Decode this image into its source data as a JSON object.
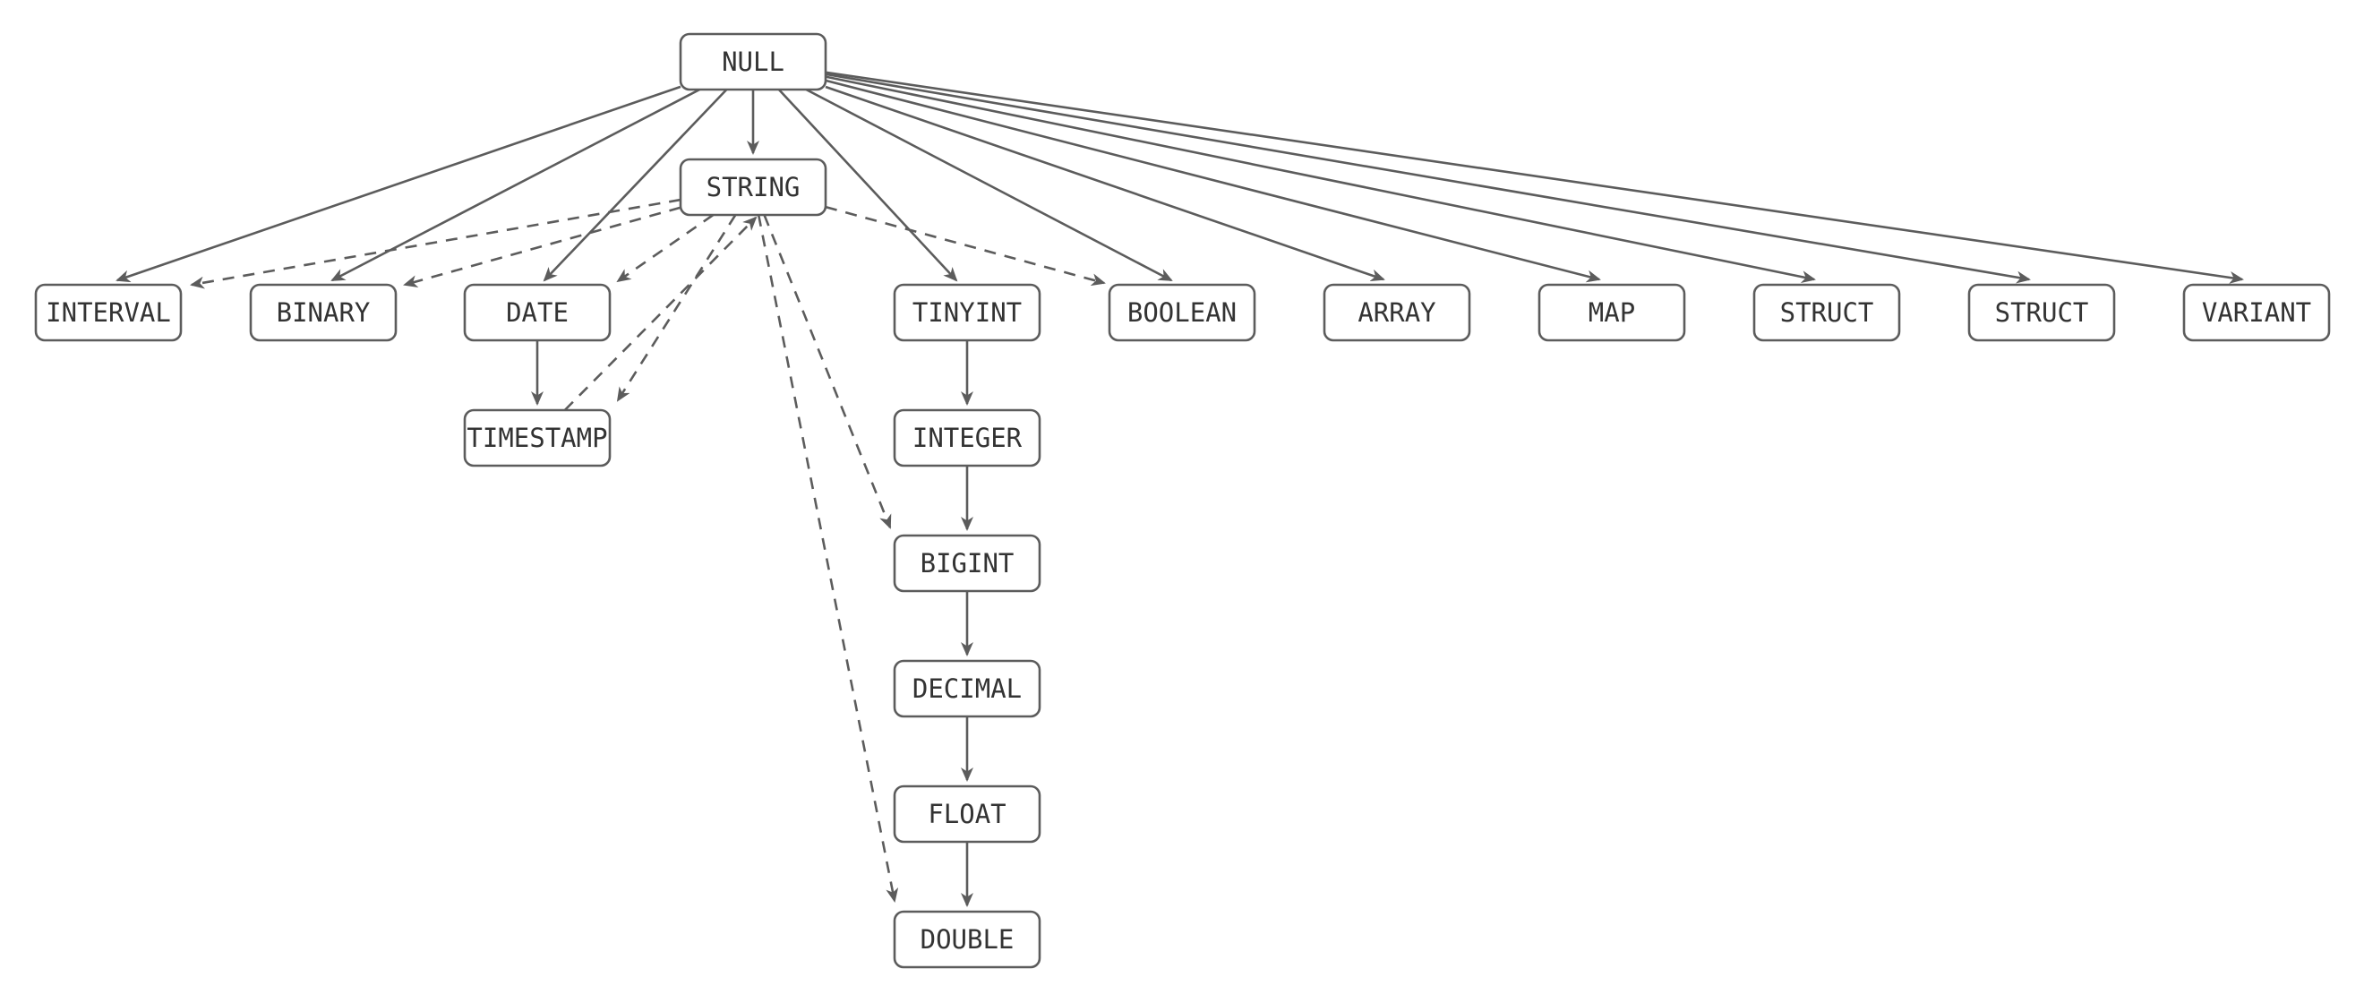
{
  "diagram": {
    "title": "type-precedence-graph",
    "colors": {
      "background": "#ffffff",
      "node_fill": "#ffffff",
      "node_stroke": "#5c5c5c",
      "edge_color": "#5c5c5c",
      "text_color": "#333333"
    },
    "nodes": [
      {
        "id": "null",
        "label": "NULL"
      },
      {
        "id": "string",
        "label": "STRING"
      },
      {
        "id": "interval",
        "label": "INTERVAL"
      },
      {
        "id": "binary",
        "label": "BINARY"
      },
      {
        "id": "date",
        "label": "DATE"
      },
      {
        "id": "tinyint",
        "label": "TINYINT"
      },
      {
        "id": "boolean",
        "label": "BOOLEAN"
      },
      {
        "id": "array",
        "label": "ARRAY"
      },
      {
        "id": "map",
        "label": "MAP"
      },
      {
        "id": "struct1",
        "label": "STRUCT"
      },
      {
        "id": "struct2",
        "label": "STRUCT"
      },
      {
        "id": "variant",
        "label": "VARIANT"
      },
      {
        "id": "timestamp",
        "label": "TIMESTAMP"
      },
      {
        "id": "integer",
        "label": "INTEGER"
      },
      {
        "id": "bigint",
        "label": "BIGINT"
      },
      {
        "id": "decimal",
        "label": "DECIMAL"
      },
      {
        "id": "float",
        "label": "FLOAT"
      },
      {
        "id": "double",
        "label": "DOUBLE"
      }
    ],
    "edges": [
      {
        "from": "null",
        "to": "string",
        "style": "solid"
      },
      {
        "from": "null",
        "to": "interval",
        "style": "solid"
      },
      {
        "from": "null",
        "to": "binary",
        "style": "solid"
      },
      {
        "from": "null",
        "to": "date",
        "style": "solid"
      },
      {
        "from": "null",
        "to": "tinyint",
        "style": "solid"
      },
      {
        "from": "null",
        "to": "boolean",
        "style": "solid"
      },
      {
        "from": "null",
        "to": "array",
        "style": "solid"
      },
      {
        "from": "null",
        "to": "map",
        "style": "solid"
      },
      {
        "from": "null",
        "to": "struct1",
        "style": "solid"
      },
      {
        "from": "null",
        "to": "struct2",
        "style": "solid"
      },
      {
        "from": "null",
        "to": "variant",
        "style": "solid"
      },
      {
        "from": "date",
        "to": "timestamp",
        "style": "solid"
      },
      {
        "from": "tinyint",
        "to": "integer",
        "style": "solid"
      },
      {
        "from": "integer",
        "to": "bigint",
        "style": "solid"
      },
      {
        "from": "bigint",
        "to": "decimal",
        "style": "solid"
      },
      {
        "from": "decimal",
        "to": "float",
        "style": "solid"
      },
      {
        "from": "float",
        "to": "double",
        "style": "solid"
      },
      {
        "from": "string",
        "to": "interval",
        "style": "dashed"
      },
      {
        "from": "string",
        "to": "binary",
        "style": "dashed"
      },
      {
        "from": "string",
        "to": "date",
        "style": "dashed"
      },
      {
        "from": "string",
        "to": "timestamp",
        "style": "dashed"
      },
      {
        "from": "string",
        "to": "bigint",
        "style": "dashed"
      },
      {
        "from": "string",
        "to": "double",
        "style": "dashed"
      },
      {
        "from": "string",
        "to": "boolean",
        "style": "dashed"
      },
      {
        "from": "timestamp",
        "to": "string",
        "style": "dashed"
      }
    ]
  }
}
